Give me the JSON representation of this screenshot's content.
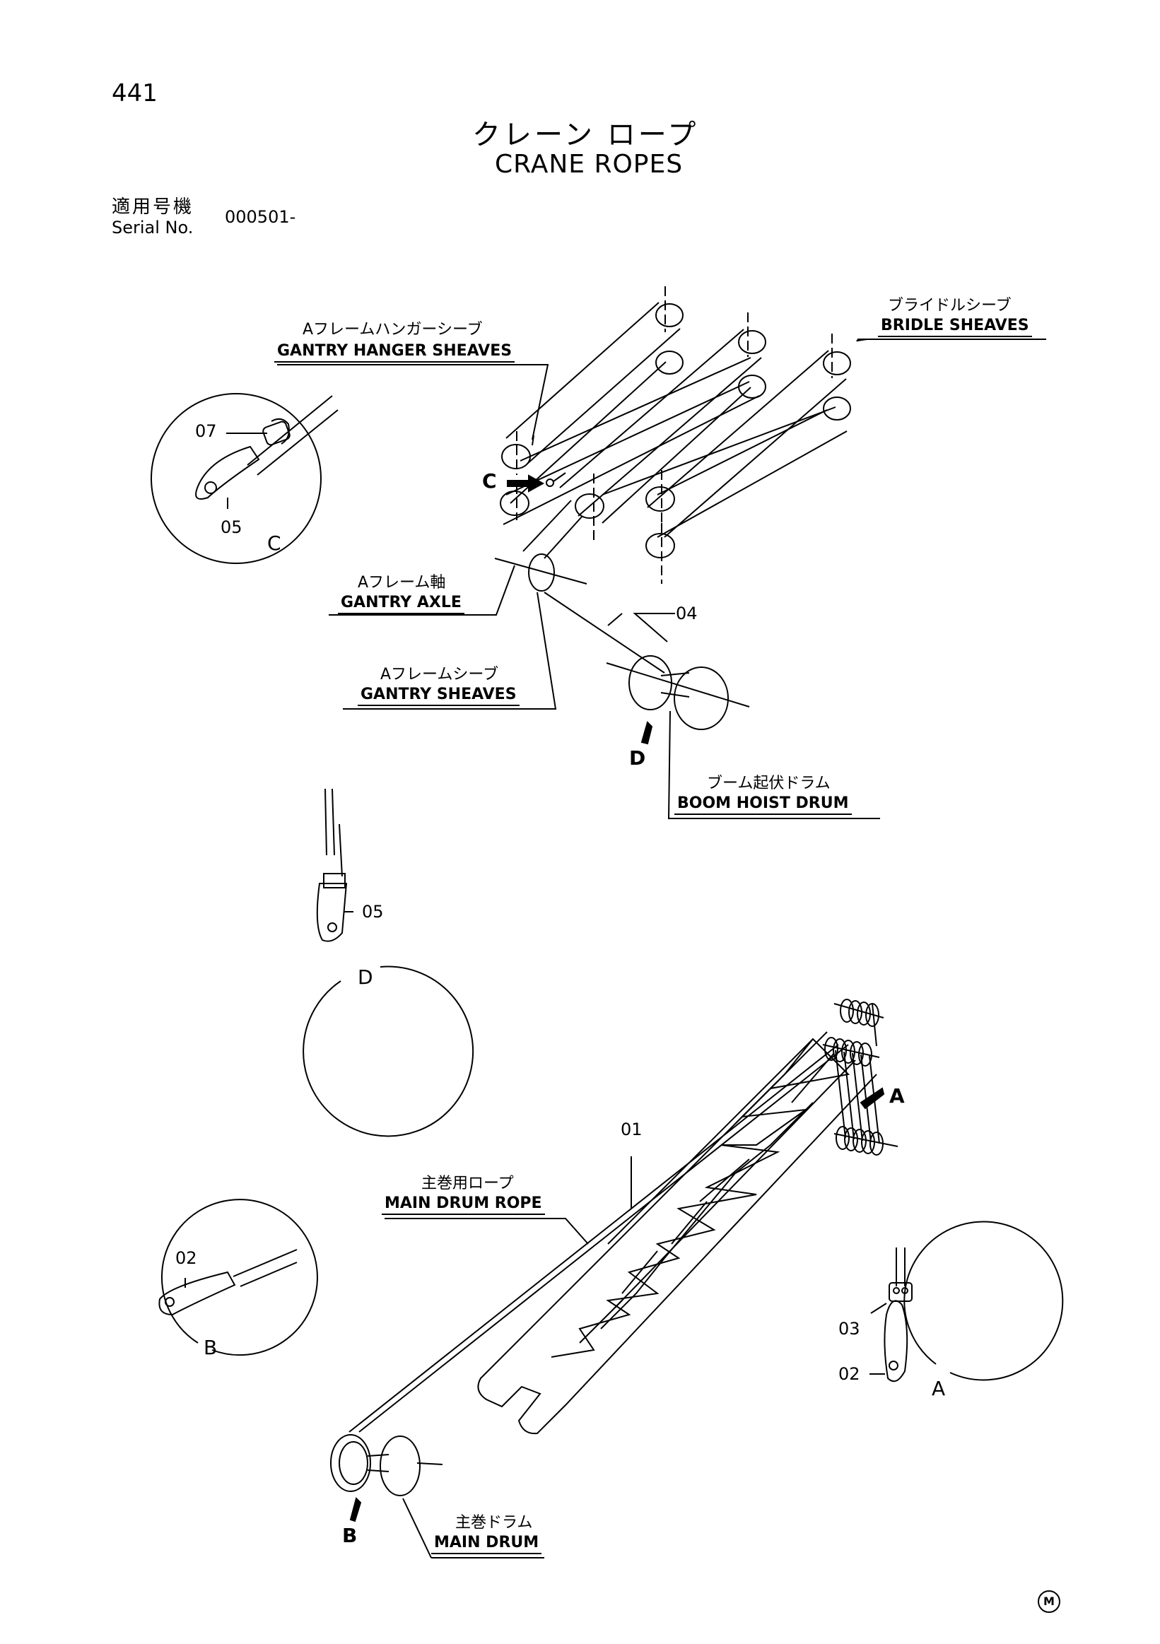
{
  "page_number": "441",
  "title_jp": "クレーン ロープ",
  "title_en": "CRANE ROPES",
  "serial": {
    "label_jp": "適用号機",
    "label_en": "Serial No.",
    "value": "000501-"
  },
  "labels": {
    "gantry_hanger_sheaves": {
      "jp": "Aフレームハンガーシーブ",
      "en": "GANTRY HANGER SHEAVES"
    },
    "bridle_sheaves": {
      "jp": "ブライドルシーブ",
      "en": "BRIDLE SHEAVES"
    },
    "gantry_axle": {
      "jp": "Aフレーム軸",
      "en": "GANTRY AXLE"
    },
    "gantry_sheaves": {
      "jp": "Aフレームシーブ",
      "en": "GANTRY SHEAVES"
    },
    "boom_hoist_drum": {
      "jp": "ブーム起伏ドラム",
      "en": "BOOM HOIST DRUM"
    },
    "main_drum_rope": {
      "jp": "主巻用ロープ",
      "en": "MAIN DRUM ROPE"
    },
    "main_drum": {
      "jp": "主巻ドラム",
      "en": "MAIN DRUM"
    }
  },
  "parts": {
    "p01": "01",
    "p02": "02",
    "p03": "03",
    "p04": "04",
    "p05": "05",
    "p07": "07"
  },
  "detail_letters": {
    "a": "A",
    "b": "B",
    "c": "C",
    "d": "D"
  },
  "manufacturer_mark": "M"
}
